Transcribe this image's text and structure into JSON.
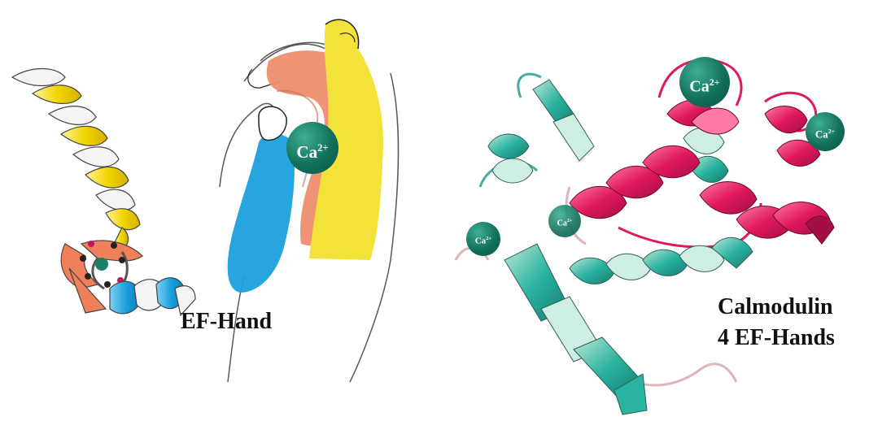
{
  "labels": {
    "ef_hand": "EF-Hand",
    "calmodulin_line1": "Calmodulin",
    "calmodulin_line2": "4 EF-Hands"
  },
  "ion": {
    "symbol": "Ca",
    "charge": "2+"
  },
  "colors": {
    "helix_e": "#f2d600",
    "helix_f": "#1aa0dc",
    "loop": "#f0805a",
    "hand_palm": "#ee8d6e",
    "calcium": "#1a7f68",
    "calmodulin_n_lobe": "#e0185e",
    "calmodulin_c_lobe": "#2ab3a0"
  }
}
